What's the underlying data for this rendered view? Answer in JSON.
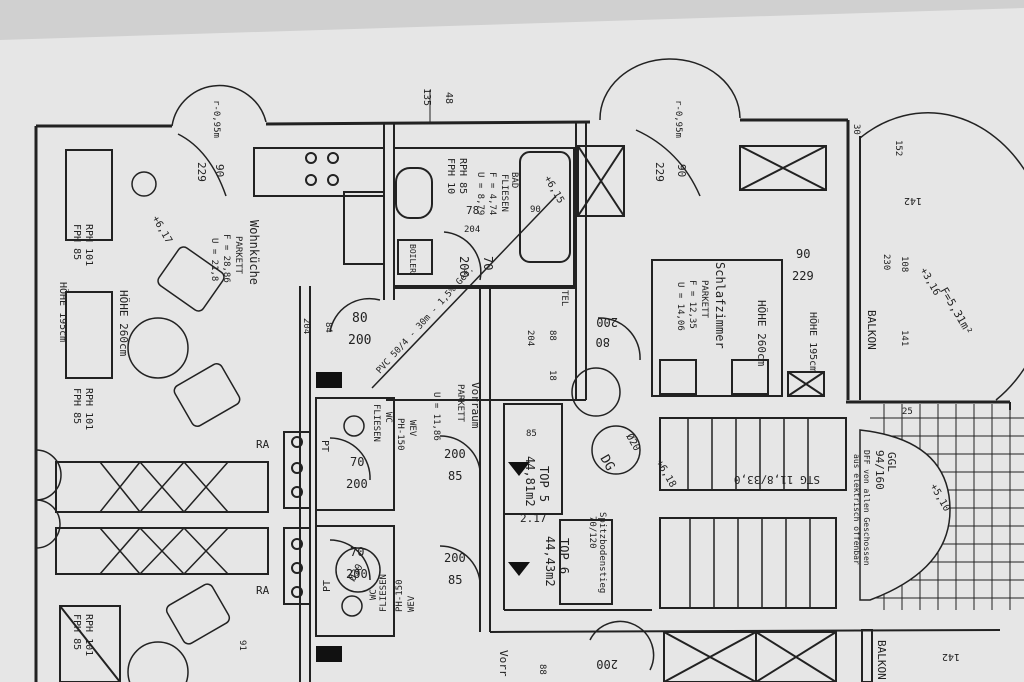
{
  "labels": {
    "wohnkueche": "Wohnküche",
    "wohnkueche_floor": "PARKETT",
    "wohnkueche_f": "F = 28,86",
    "wohnkueche_u": "U = 21,8",
    "hoehe_wohn": "HÖHE 260cm",
    "hoehe_wohn2": "HÖHE 195cm",
    "rph_1": "RPH 101",
    "fph_1": "FPH 85",
    "rph_2": "RPH 101",
    "fph_2": "FPH 85",
    "rph_3": "RPH 101",
    "fph_3": "FPH 85",
    "bad": "BAD",
    "bad_floor": "FLIESEN",
    "bad_f": "F = 4,74",
    "bad_u": "U = 8,79",
    "rph_bad": "RPH 85",
    "fph_bad": "FPH 10",
    "boiler": "BOILER",
    "schlafzimmer": "Schlafzimmer",
    "schlaf_floor": "PARKETT",
    "schlaf_f": "F = 12,35",
    "schlaf_u": "U = 14,06",
    "hoehe_schlaf": "HÖHE 260cm",
    "hoehe_schlaf2": "HÖHE 195cm",
    "balkon": "BALKON",
    "balkon2": "BALKON",
    "balkon_area": "F=5,31m²",
    "vorraum": "Vorraum",
    "vorraum_floor": "PARKETT",
    "vorraum_u": "U = 11,86",
    "vorraum2": "Vorr",
    "wc": "WC",
    "wc_floor": "FLIESEN",
    "wev": "WEV",
    "wc2": "WC",
    "wc2_floor": "FLIESEN",
    "wev2": "WEV",
    "ph150": "PH-150",
    "ph150_2": "PH-150",
    "top5": "TOP 5",
    "top5_area": "44,81m2",
    "top5_h": "2.17",
    "top6": "TOP 6",
    "top6_area": "44,43m2",
    "dg": "DG",
    "spitzboden": "Spitzbodenstieg",
    "spitz_size": "70/120",
    "stg": "STG 11,8/33,0",
    "ggl": "GGL",
    "ggl_size": "94/160",
    "dff1": "DFF von allen Geschossen",
    "dff2": "aus elektrisch öffenbar",
    "pvc": "PVC 50/4 - 30m - 1,5% Gef.",
    "ra1": "RA",
    "ra2": "RA",
    "pt1": "PT",
    "pt2": "PT",
    "tel": "TEL",
    "ew_1": "+6,17",
    "ew_2": "+6,15",
    "ew_3": "+3,16",
    "ew_4": "+6,18",
    "ew_5": "+5,10",
    "d_r095_1": "r-0,95m",
    "d_r095_2": "r-0,95m",
    "d_135": "135",
    "d_48": "48",
    "d_90_229_a1": "90",
    "d_90_229_a2": "229",
    "d_90_229_b1": "90",
    "d_90_229_b2": "229",
    "d_90_229_c1": "90",
    "d_90_229_c2": "229",
    "d_78": "78",
    "d_90_b": "90",
    "d_204_a": "204",
    "d_70_a": "70",
    "d_200_a": "200",
    "d_80_200_a1": "80",
    "d_80_200_a2": "200",
    "d_80_200_b1": "80",
    "d_80_200_b2": "200",
    "d_204_b": "204",
    "d_204_c": "204",
    "d_88": "88",
    "d_18": "18",
    "d_84": "84",
    "d_204_d": "204",
    "d_70_200_a1": "70",
    "d_70_200_a2": "200",
    "d_70_200_b1": "70",
    "d_70_200_b2": "200",
    "d_85_200_a1": "85",
    "d_85_200_a2": "200",
    "d_85_200_b1": "85",
    "d_85_200_b2": "200",
    "d_85": "85",
    "d_o20": "Ø20",
    "d_o30": "Ø30",
    "d_230": "230",
    "d_108": "108",
    "d_141": "141",
    "d_25": "25",
    "d_30": "30",
    "d_152": "152",
    "d_142": "142",
    "d_142_b": "142",
    "d_91": "91",
    "d_200_b": "200",
    "d_88_b": "88"
  },
  "colors": {
    "paper": "#e6e6e6",
    "ink": "#222222",
    "background": "#d4d4d4"
  }
}
